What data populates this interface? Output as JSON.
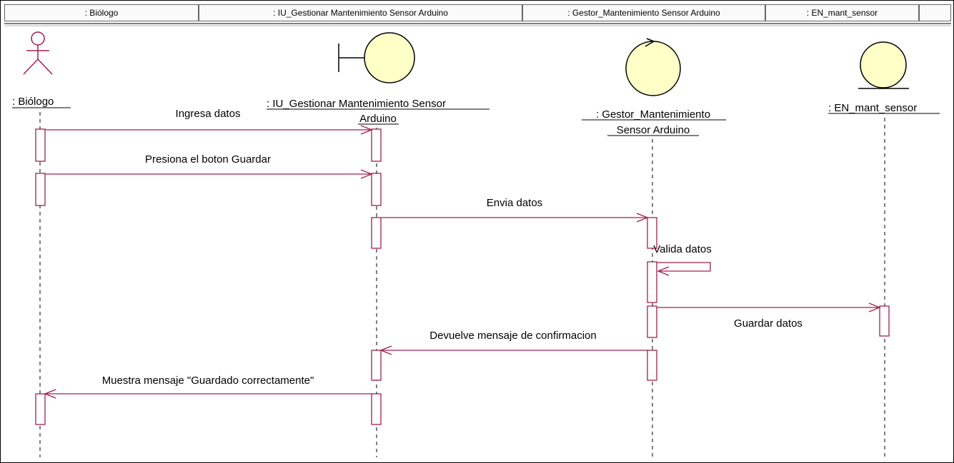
{
  "header": {
    "cells": [
      ": Biólogo",
      ": IU_Gestionar Mantenimiento Sensor Arduino",
      ": Gestor_Mantenimiento Sensor Arduino",
      ": EN_mant_sensor"
    ]
  },
  "lifelines": {
    "actor": {
      "label": ": Biólogo"
    },
    "boundary": {
      "line1": ": IU_Gestionar Mantenimiento Sensor",
      "line2": "Arduino"
    },
    "control": {
      "line1": ": Gestor_Mantenimiento",
      "line2": "Sensor Arduino"
    },
    "entity": {
      "label": ": EN_mant_sensor"
    }
  },
  "messages": [
    "Ingresa datos",
    "Presiona el boton Guardar",
    "Envia datos",
    "Valida datos",
    "Guardar datos",
    "Devuelve mensaje de confirmacion",
    "Muestra mensaje \"Guardado correctamente\""
  ],
  "colors": {
    "message_line": "#a0204a",
    "activation": "#a0204a",
    "object_fill": "#ffffc8",
    "header_line": "#7f7f7f"
  }
}
